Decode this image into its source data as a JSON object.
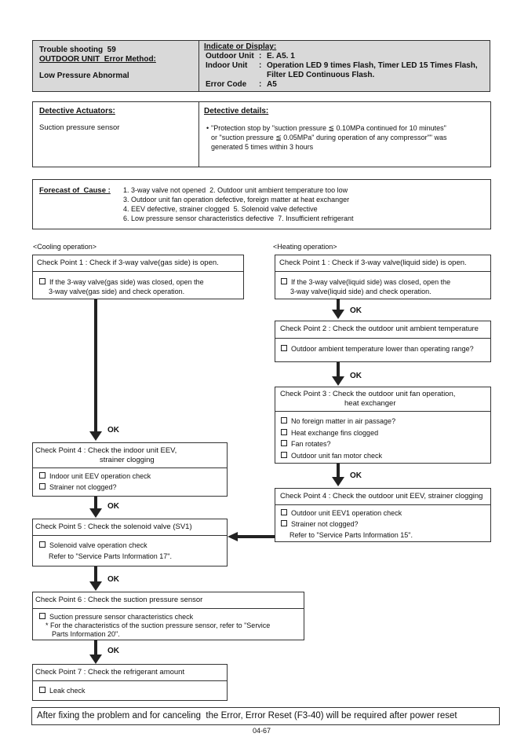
{
  "header": {
    "title": "Trouble shooting  59",
    "method": "OUTDOOR UNIT  Error Method:",
    "error_name": "Low Pressure Abnormal",
    "indicate_title": "Indicate or Display:",
    "outdoor_label": "Outdoor Unit",
    "outdoor_value": "E. A5. 1",
    "indoor_label": "Indoor Unit",
    "indoor_value_1": "Operation LED 9 times Flash, Timer LED 15 Times Flash,",
    "indoor_value_2": "Filter LED Continuous Flash.",
    "code_label": "Error Code",
    "code_value": "A5",
    "colon": ":"
  },
  "detective": {
    "actuators_title": "Detective Actuators:",
    "actuator": "Suction pressure sensor",
    "details_title": "Detective details:",
    "details_line1": "\"Protection stop by \"suction pressure ≦ 0.10MPa continued for 10 minutes\"",
    "details_line2": "or \"suction pressure ≦ 0.05MPa\" during operation of any compressor\"\" was",
    "details_line3": "generated 5 times within 3 hours",
    "bullet": "•"
  },
  "forecast": {
    "title": "Forecast of  Cause :",
    "line1": "1. 3-way valve not opened  2. Outdoor unit ambient temperature too low",
    "line2": "3. Outdoor unit fan operation defective, foreign matter at heat exchanger",
    "line3": "4. EEV defective, strainer clogged  5. Solenoid valve defective",
    "line4": "6. Low pressure sensor characteristics defective  7. Insufficient refrigerant"
  },
  "cooling": {
    "label": "<Cooling operation>",
    "cp1_title": "Check Point 1 : Check if 3-way valve(gas side) is open.",
    "cp1_item1": "If the 3-way valve(gas side) was closed, open the",
    "cp1_item2": "3-way valve(gas side) and check operation.",
    "cp4_title1": "Check Point 4 : Check the indoor unit EEV,",
    "cp4_title2": "strainer clogging",
    "cp4_item1": "Indoor unit EEV operation check",
    "cp4_item2": "Strainer not clogged?",
    "cp5_title": "Check Point 5 : Check the solenoid valve (SV1)",
    "cp5_item1": "Solenoid valve operation check",
    "cp5_item2": "Refer to \"Service Parts Information 17\".",
    "cp6_title": "Check Point 6 : Check the suction pressure sensor",
    "cp6_item1": "Suction pressure sensor characteristics check",
    "cp6_item2": "* For the characteristics of the suction pressure sensor, refer to \"Service",
    "cp6_item3": "Parts Information 20\".",
    "cp7_title": "Check Point 7 : Check the refrigerant amount",
    "cp7_item1": "Leak check"
  },
  "heating": {
    "label": "<Heating operation>",
    "cp1_title": "Check Point 1 : Check if 3-way valve(liquid side) is open.",
    "cp1_item1": "If the 3-way valve(liquid side) was closed, open the",
    "cp1_item2": "3-way valve(liquid side) and check operation.",
    "cp2_title": "Check Point 2 : Check the outdoor unit ambient temperature",
    "cp2_item1": "Outdoor ambient temperature lower than operating range?",
    "cp3_title1": "Check Point 3 : Check the outdoor unit fan operation,",
    "cp3_title2": "heat exchanger",
    "cp3_item1": "No foreign matter in air passage?",
    "cp3_item2": "Heat exchange fins clogged",
    "cp3_item3": "Fan rotates?",
    "cp3_item4": "Outdoor unit fan motor check",
    "cp4_title": "Check Point 4 : Check the outdoor unit EEV, strainer clogging",
    "cp4_item1": "Outdoor unit EEV1 operation check",
    "cp4_item2": "Strainer not clogged?",
    "cp4_item3": "Refer to \"Service Parts Information 15\"."
  },
  "ok": "OK",
  "footer": {
    "reset_note": "After fixing the problem and for canceling  the Error, Error Reset (F3-40) will be required after power reset",
    "page_number": "04-67"
  }
}
